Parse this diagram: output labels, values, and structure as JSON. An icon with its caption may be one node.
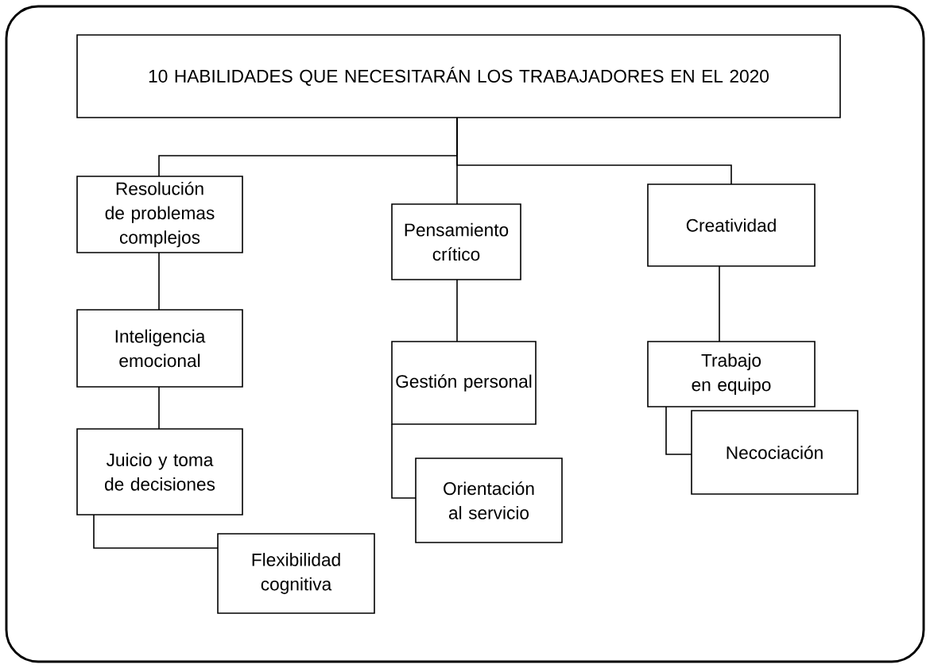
{
  "diagram": {
    "nodes": [
      {
        "text": [
          "10 HABILIDADES QUE NECESITARÁN LOS TRABAJADORES EN EL 2020"
        ]
      },
      {
        "text": [
          "Resolución de problemas complejos"
        ]
      },
      {
        "text": [
          "Inteligencia emocional"
        ]
      },
      {
        "text": [
          "Juicio y toma de decisiones"
        ]
      },
      {
        "text": [
          "Flexibilidad cognitiva"
        ]
      },
      {
        "text": [
          "Pensamiento crítico"
        ]
      },
      {
        "text": [
          "Gestión personal"
        ]
      },
      {
        "text": [
          "Orientación al servicio"
        ]
      },
      {
        "text": [
          "Creatividad"
        ]
      },
      {
        "text": [
          "Trabajo en equipo"
        ]
      },
      {
        "text": [
          "Necociación"
        ]
      }
    ],
    "edges": [
      {
        "from": 0,
        "to": 1,
        "arrow": "none"
      },
      {
        "from": 0,
        "to": 5,
        "arrow": "none"
      },
      {
        "from": 0,
        "to": 8,
        "arrow": "none"
      },
      {
        "from": 1,
        "to": 2,
        "arrow": "none"
      },
      {
        "from": 2,
        "to": 3,
        "arrow": "none"
      },
      {
        "from": 3,
        "to": 4,
        "arrow": "none"
      },
      {
        "from": 5,
        "to": 6,
        "arrow": "none"
      },
      {
        "from": 6,
        "to": 7,
        "arrow": "none"
      },
      {
        "from": 8,
        "to": 9,
        "arrow": "none"
      },
      {
        "from": 9,
        "to": 10,
        "arrow": "none"
      }
    ]
  }
}
